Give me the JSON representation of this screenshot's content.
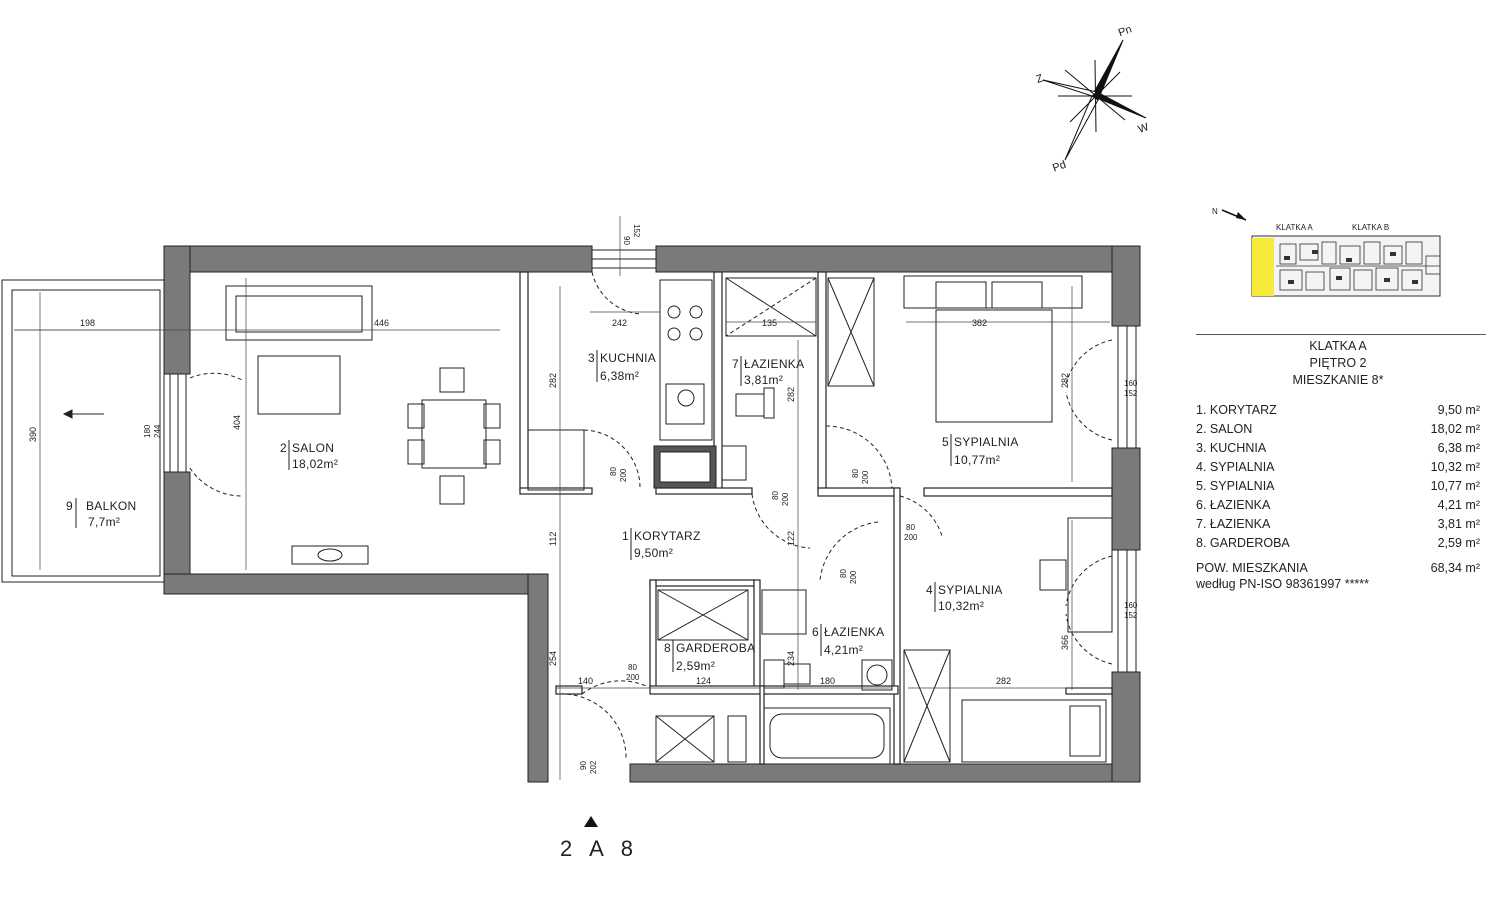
{
  "compass": {
    "n": "Pn",
    "s": "Pd",
    "e": "W",
    "w": "Z"
  },
  "keyplan": {
    "north": "N",
    "stair_a": "KLATKA A",
    "stair_b": "KLATKA B"
  },
  "legend": {
    "stair": "KLATKA A",
    "floor": "PIĘTRO 2",
    "unit": "MIESZKANIE 8*",
    "rooms": [
      {
        "name": "1. KORYTARZ",
        "area": "9,50 m²"
      },
      {
        "name": "2. SALON",
        "area": "18,02 m²"
      },
      {
        "name": "3. KUCHNIA",
        "area": "6,38 m²"
      },
      {
        "name": "4. SYPIALNIA",
        "area": "10,32 m²"
      },
      {
        "name": "5. SYPIALNIA",
        "area": "10,77 m²"
      },
      {
        "name": "6. ŁAZIENKA",
        "area": "4,21 m²"
      },
      {
        "name": "7. ŁAZIENKA",
        "area": "3,81 m²"
      },
      {
        "name": "8. GARDEROBA",
        "area": "2,59 m²"
      }
    ],
    "total_label": "POW. MIESZKANIA",
    "total_value": "68,34 m²",
    "norm": "według PN-ISO 98361997 *****"
  },
  "plan_rooms": {
    "salon": {
      "num": "2",
      "name": "SALON",
      "area": "18,02m²"
    },
    "kuchnia": {
      "num": "3",
      "name": "KUCHNIA",
      "area": "6,38m²"
    },
    "lazienka7": {
      "num": "7",
      "name": "ŁAZIENKA",
      "area": "3,81m²"
    },
    "sypialnia5": {
      "num": "5",
      "name": "SYPIALNIA",
      "area": "10,77m²"
    },
    "korytarz": {
      "num": "1",
      "name": "KORYTARZ",
      "area": "9,50m²"
    },
    "garderoba": {
      "num": "8",
      "name": "GARDEROBA",
      "area": "2,59m²"
    },
    "lazienka6": {
      "num": "6",
      "name": "ŁAZIENKA",
      "area": "4,21m²"
    },
    "sypialnia4": {
      "num": "4",
      "name": "SYPIALNIA",
      "area": "10,32m²"
    },
    "balkon": {
      "num": "9",
      "name": "BALKON",
      "area": "7,7m²"
    }
  },
  "dimensions": {
    "balcony_width": "198",
    "salon_width": "446",
    "balcony_depth": "390",
    "salon_depth": "404",
    "window_salon": "180",
    "window_salon_b": "244",
    "kitchen_width": "242",
    "kitchen_depth": "282",
    "bath7_width": "135",
    "bath7_depth": "282",
    "bed5_width": "382",
    "bed5_depth": "282",
    "window_bed5": "160",
    "window_bed5_b": "152",
    "door_width": "80",
    "door_height": "200",
    "corridor_112": "112",
    "corridor_122": "122",
    "corridor_254": "254",
    "wardrobe_140": "140",
    "wardrobe_124": "124",
    "bath6_234": "234",
    "bath6_180": "180",
    "bed4_282": "282",
    "bed4_366": "366",
    "window_bed4": "160",
    "window_bed4_b": "152",
    "top_window": "90",
    "top_window_b": "152",
    "entry_90": "90",
    "entry_202": "202"
  },
  "unit_code": "2 A 8"
}
